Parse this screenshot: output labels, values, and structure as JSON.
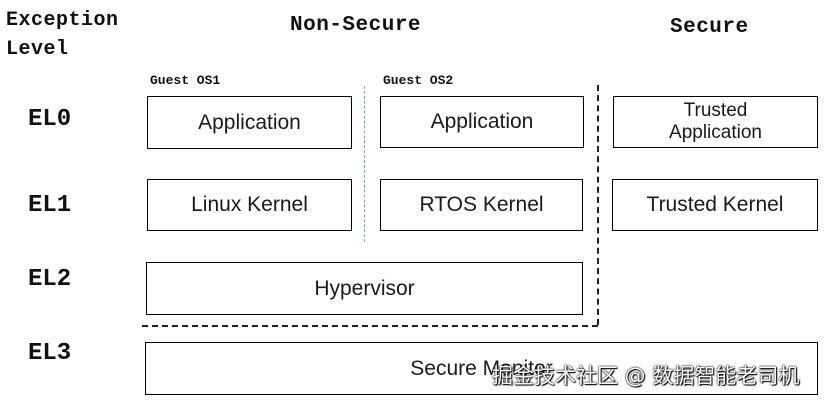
{
  "headers": {
    "exception_level_line1": "Exception",
    "exception_level_line2": "Level",
    "non_secure": "Non-Secure",
    "secure": "Secure"
  },
  "guests": {
    "guest1": "Guest OS1",
    "guest2": "Guest OS2"
  },
  "levels": {
    "el0": "EL0",
    "el1": "EL1",
    "el2": "EL2",
    "el3": "EL3"
  },
  "boxes": {
    "guest1_app": "Application",
    "guest2_app": "Application",
    "trusted_app_line1": "Trusted",
    "trusted_app_line2": "Application",
    "linux_kernel": "Linux Kernel",
    "rtos_kernel": "RTOS Kernel",
    "trusted_kernel": "Trusted Kernel",
    "hypervisor": "Hypervisor",
    "secure_monitor": "Secure Monitor"
  },
  "watermark": "掘金技术社区 @ 数据智能老司机"
}
